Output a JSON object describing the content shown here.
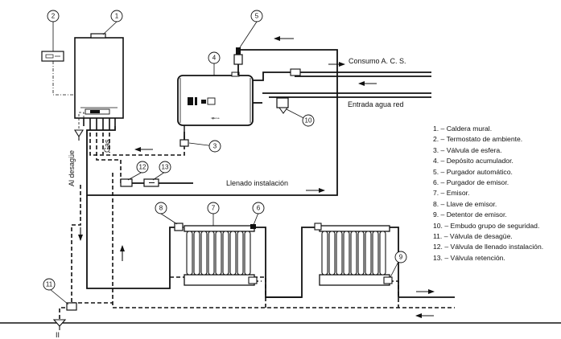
{
  "labels": {
    "consumo": "Consumo A. C. S.",
    "entrada": "Entrada agua red",
    "gas": "Gas",
    "desague": "Al desagüe",
    "llenado": "Llenado instalación",
    "sink_mark": "II"
  },
  "callouts": [
    "1",
    "2",
    "3",
    "4",
    "5",
    "6",
    "7",
    "8",
    "9",
    "10",
    "11",
    "12",
    "13"
  ],
  "tank_brand": "I▪▮Ecoa",
  "legend": [
    "1. – Caldera mural.",
    "2. – Termostato de ambiente.",
    "3. – Válvula de esfera.",
    "4. – Depósito acumulador.",
    "5. – Purgador automático.",
    "6. – Purgador de emisor.",
    "7. – Emisor.",
    "8. – Llave de emisor.",
    "9. – Detentor de emisor.",
    "10. – Embudo grupo de seguridad.",
    "11. – Válvula de desagüe.",
    "12. – Válvula de llenado instalación.",
    "13. – Válvula retención."
  ]
}
